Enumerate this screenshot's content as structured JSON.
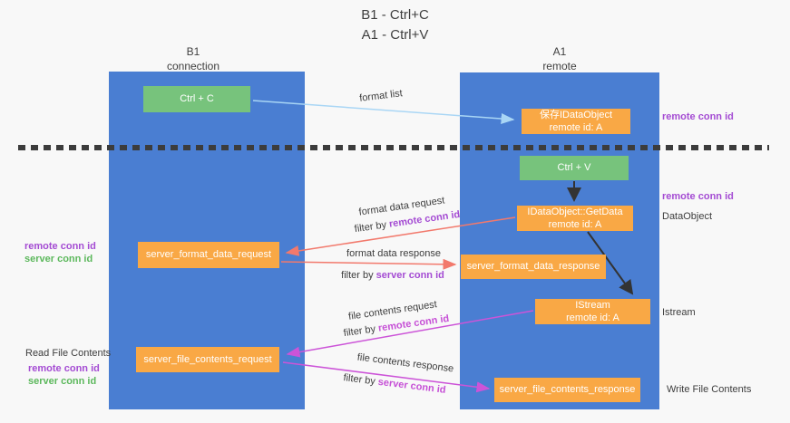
{
  "title": {
    "line1": "B1 - Ctrl+C",
    "line2": "A1 - Ctrl+V"
  },
  "lifelines": {
    "left": {
      "title": "B1",
      "subtitle": "connection"
    },
    "right": {
      "title": "A1",
      "subtitle": "remote"
    }
  },
  "nodes": {
    "ctrl_c": {
      "label": "Ctrl + C"
    },
    "save_idataobject": {
      "line1": "保存IDataObject",
      "line2": "remote id: A"
    },
    "ctrl_v": {
      "label": "Ctrl + V"
    },
    "getdata": {
      "line1": "IDataObject::GetData",
      "line2": "remote id: A"
    },
    "format_request": {
      "label": "server_format_data_request"
    },
    "format_response": {
      "label": "server_format_data_response"
    },
    "istream": {
      "line1": "IStream",
      "line2": "remote id: A"
    },
    "file_request": {
      "label": "server_file_contents_request"
    },
    "file_response": {
      "label": "server_file_contents_response"
    }
  },
  "annotations": {
    "right_remote_conn_id_top": "remote conn id",
    "right_remote_conn_id_mid": "remote conn id",
    "right_dataobject": "DataObject",
    "right_istream": "Istream",
    "right_write_file_contents": "Write File Contents",
    "left_read_file_contents": "Read File Contents",
    "left_legend_top": {
      "remote": "remote conn id",
      "server": "server conn id"
    },
    "left_legend_bottom": {
      "remote": "remote conn id",
      "server": "server conn id"
    }
  },
  "flows": {
    "format_list": "format list",
    "format_data_request": "format data request",
    "format_data_request_filter": {
      "prefix": "filter by ",
      "id": "remote conn id"
    },
    "format_data_response": "format data response",
    "format_data_response_filter": {
      "prefix": "filter by ",
      "id": "server conn id"
    },
    "file_contents_request": "file contents request",
    "file_contents_request_filter": {
      "prefix": "filter by ",
      "id": "remote conn id"
    },
    "file_contents_response": "file contents response",
    "file_contents_response_filter": {
      "prefix": "filter by ",
      "id": "server conn id"
    }
  },
  "colors": {
    "column_blue": "#4a7ed2",
    "node_green": "#77c37c",
    "node_orange": "#f9a845",
    "arrow_light_blue": "#a9d6f5",
    "arrow_red": "#f2796c",
    "arrow_magenta": "#cc54d8",
    "arrow_black": "#333333",
    "text_purple": "#a44bd3",
    "text_green": "#5cb85c",
    "dashed_line": "#3c3c3c"
  }
}
